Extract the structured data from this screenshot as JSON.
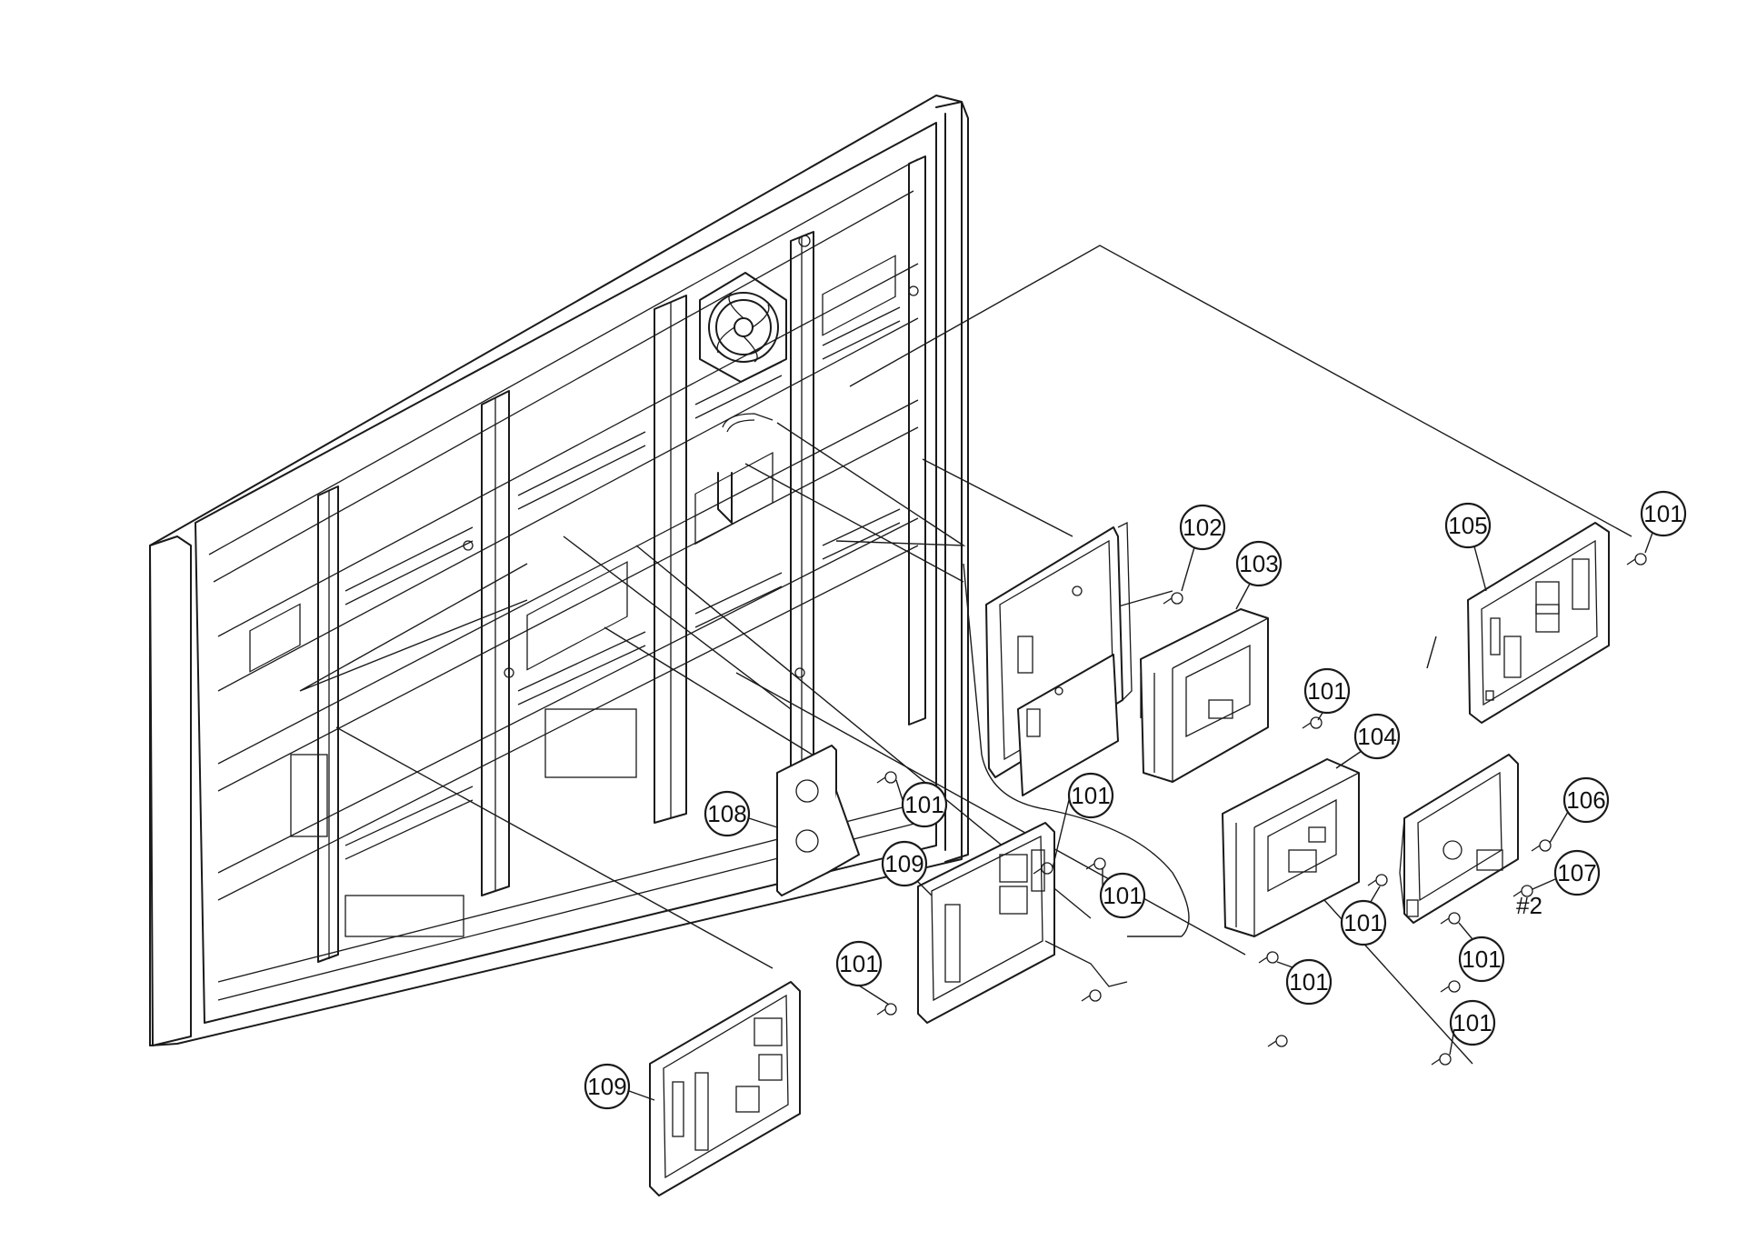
{
  "callouts": [
    {
      "id": "c102",
      "label": "102"
    },
    {
      "id": "c103",
      "label": "103"
    },
    {
      "id": "c104",
      "label": "104"
    },
    {
      "id": "c105",
      "label": "105"
    },
    {
      "id": "c101a",
      "label": "101"
    },
    {
      "id": "c101b",
      "label": "101"
    },
    {
      "id": "c101c",
      "label": "101"
    },
    {
      "id": "c101d",
      "label": "101"
    },
    {
      "id": "c101e",
      "label": "101"
    },
    {
      "id": "c101f",
      "label": "101"
    },
    {
      "id": "c101g",
      "label": "101"
    },
    {
      "id": "c101h",
      "label": "101"
    },
    {
      "id": "c101i",
      "label": "101"
    },
    {
      "id": "c101j",
      "label": "101"
    },
    {
      "id": "c106",
      "label": "106"
    },
    {
      "id": "c107",
      "label": "107"
    },
    {
      "id": "c108",
      "label": "108"
    },
    {
      "id": "c109a",
      "label": "109"
    },
    {
      "id": "c109b",
      "label": "109"
    }
  ],
  "annotations": {
    "hash2": "#2"
  }
}
